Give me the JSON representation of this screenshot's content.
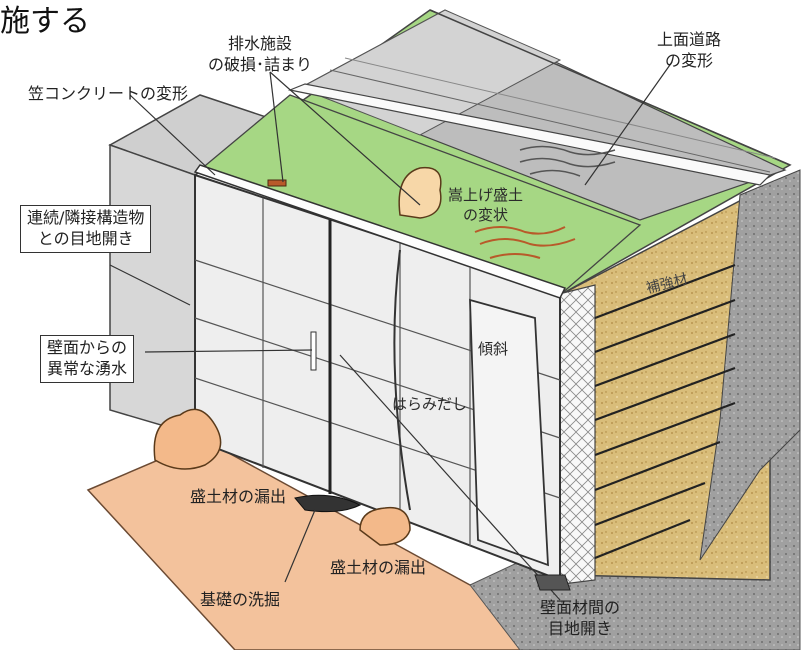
{
  "title_fragment": "施する",
  "labels": {
    "drainage_damage_line1": "排水施設",
    "drainage_damage_line2": "の破損･詰まり",
    "road_deform_line1": "上面道路",
    "road_deform_line2": "の変形",
    "coping_deform": "笠コンクリートの変形",
    "adjacent_joint_line1": "連続/隣接構造物",
    "adjacent_joint_line2": "との目地開き",
    "embankment_line1": "嵩上げ盛土",
    "embankment_line2": "の変状",
    "reinforcement": "補強材",
    "wall_water_line1": "壁面からの",
    "wall_water_line2": "異常な湧水",
    "tilt": "傾斜",
    "bulge": "はらみだし",
    "fill_leak_1": "盛土材の漏出",
    "fill_leak_2": "盛土材の漏出",
    "foundation_scour": "基礎の洗掘",
    "panel_joint_line1": "壁面材間の",
    "panel_joint_line2": "目地開き"
  },
  "colors": {
    "slope_green": "#a6d784",
    "fill_sand": "#d8bb79",
    "leak_orange": "#f3c29c",
    "road_gray": "#bdbdbd",
    "side_gray": "#dcdcdc",
    "rock_gray": "#9a9a9a",
    "wall_panel": "#f0f0f0",
    "crack_red": "#b85a2a"
  }
}
